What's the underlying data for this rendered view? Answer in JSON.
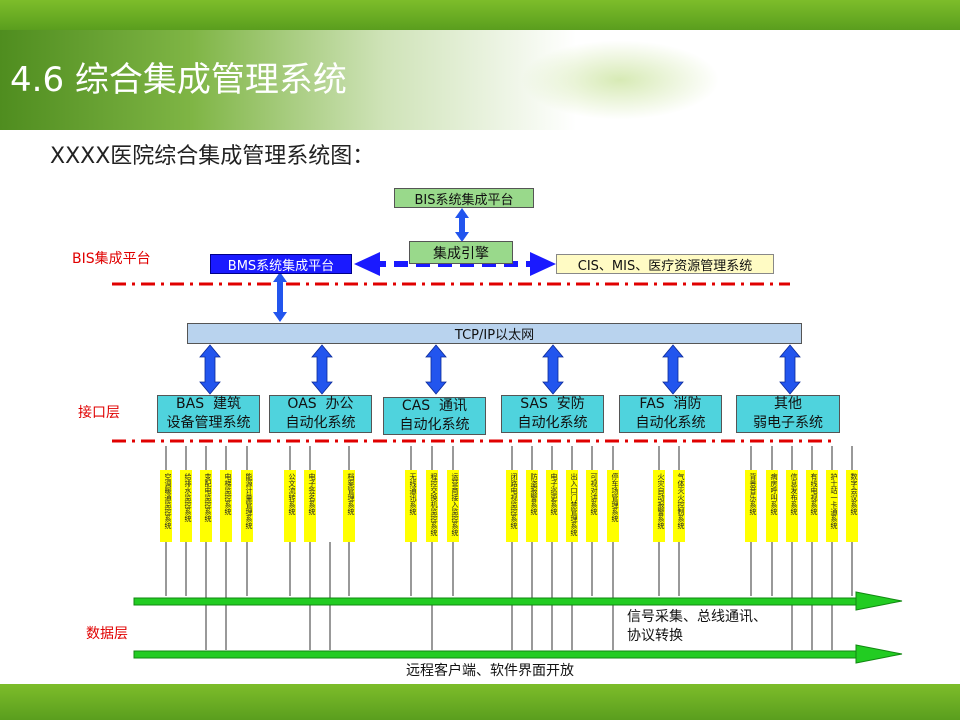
{
  "slide": {
    "title": "4.6 综合集成管理系统",
    "subtitle": "XXXX医院综合集成管理系统图："
  },
  "layers": {
    "bis": "BIS集成平台",
    "interface": "接口层",
    "data": "数据层"
  },
  "top": {
    "bis_platform": "BIS系统集成平台",
    "engine": "集成引擎",
    "bms_platform": "BMS系统集成平台",
    "cis": "CIS、MIS、医疗资源管理系统",
    "network": "TCP/IP以太网"
  },
  "subsystems": [
    {
      "line1": "BAS  建筑",
      "line2": "设备管理系统"
    },
    {
      "line1": "OAS  办公",
      "line2": "自动化系统"
    },
    {
      "line1": "CAS  通讯",
      "line2": "自动化系统"
    },
    {
      "line1": "SAS  安防",
      "line2": "自动化系统"
    },
    {
      "line1": "FAS  消防",
      "line2": "自动化系统"
    },
    {
      "line1": "其他",
      "line2": "弱电子系统"
    }
  ],
  "devices": [
    "空调暖通监控系统",
    "给排水监控系统",
    "变配电监控系统",
    "电梯监控系统",
    "能源计量管理系统",
    "公文流转系统",
    "电子签名系统",
    "档案管理系统",
    "无线通讯系统",
    "程控交换机监控系统",
    "运营商接入监控系统",
    "闭路电视监控系统",
    "防盗报警系统",
    "电子巡更系统",
    "出入口门禁管理系统",
    "可视对讲系统",
    "停车场管理系统",
    "火灾自动报警系统",
    "气体灭火控制系统",
    "背景音乐系统",
    "病房呼叫系统",
    "信息发布系统",
    "有线电视系统",
    "护士站一卡通系统",
    "数字会议系统"
  ],
  "notes": {
    "signal": "信号采集、总线通讯、\n协议转换",
    "remote": "远程客户端、软件界面开放"
  },
  "colors": {
    "accent_green": "#5a9e1e",
    "layer_red": "#e00000",
    "subsystem_cyan": "#4fd3dd",
    "device_yellow": "#ffff00",
    "arrow_blue": "#2255ee",
    "bus_green": "#22cc22"
  }
}
